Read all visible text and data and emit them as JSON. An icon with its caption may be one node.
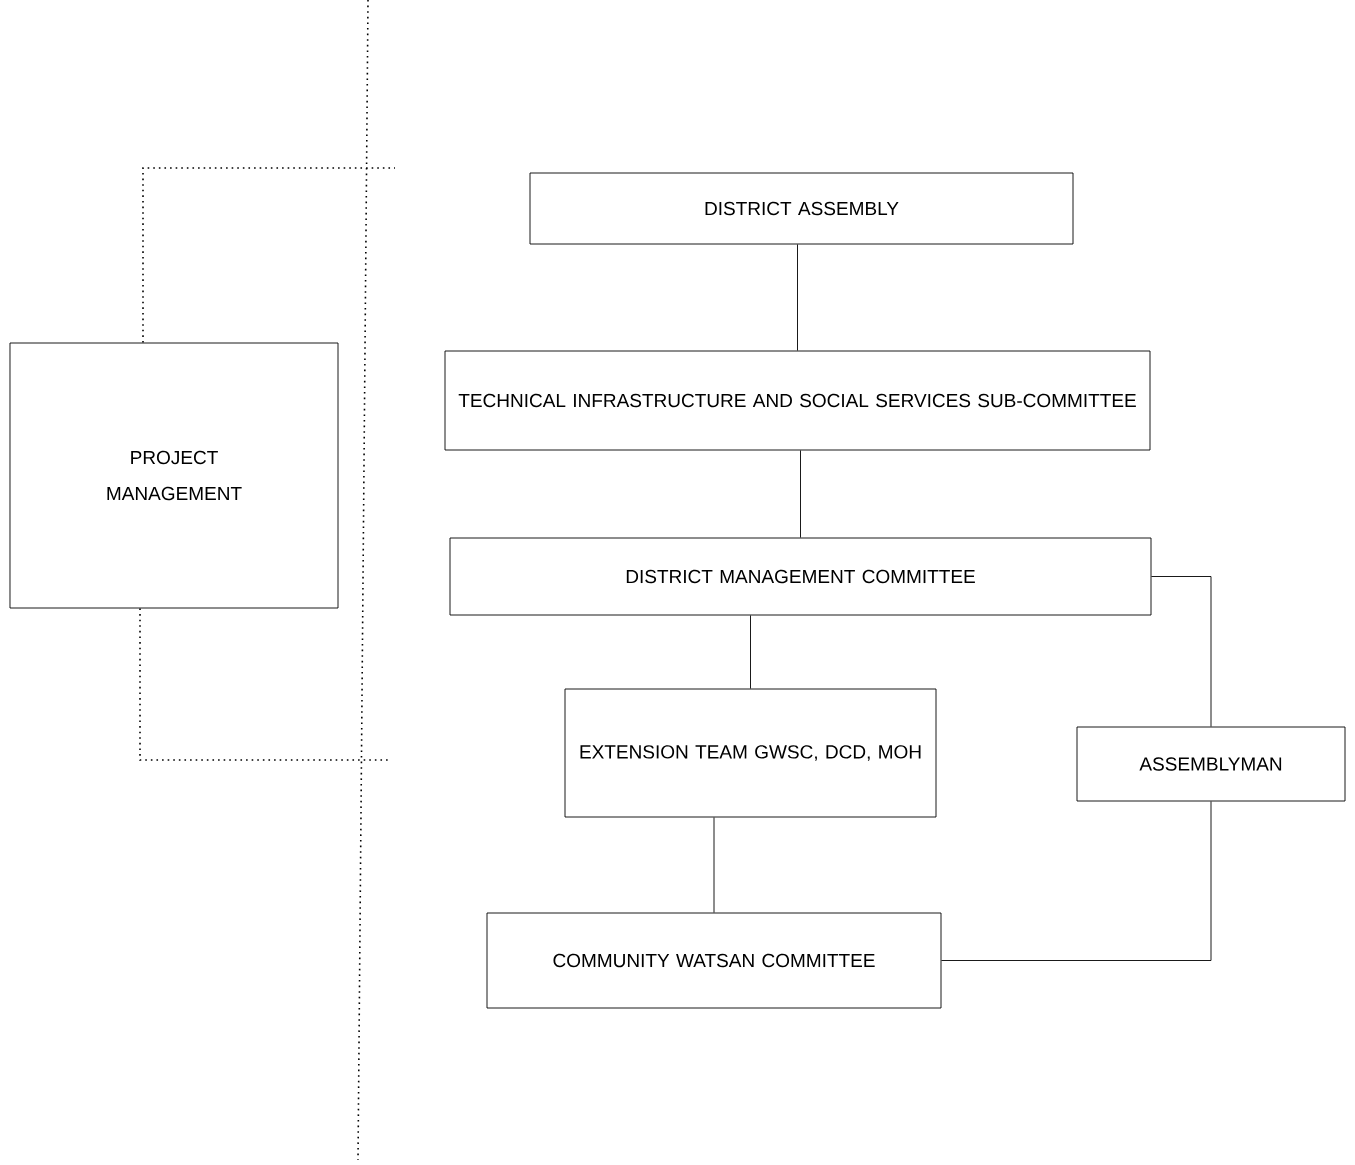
{
  "diagram": {
    "nodes": [
      {
        "text": [
          "PROJECT MANAGEMENT"
        ]
      },
      {
        "text": [
          "DISTRICT ASSEMBLY"
        ]
      },
      {
        "text": [
          "TECHNICAL INFRASTRUCTURE AND SOCIAL SERVICES SUB-COMMITTEE"
        ]
      },
      {
        "text": [
          "DISTRICT MANAGEMENT COMMITTEE"
        ]
      },
      {
        "text": [
          "EXTENSION TEAM GWSC, DCD, MOH"
        ]
      },
      {
        "text": [
          "ASSEMBLYMAN"
        ]
      },
      {
        "text": [
          "COMMUNITY WATSAN COMMITTEE"
        ]
      }
    ],
    "edges": [
      {
        "from": 0,
        "to": null,
        "arrow": "none",
        "style": "dashed"
      },
      {
        "from": 0,
        "to": null,
        "arrow": "none",
        "style": "dashed"
      },
      {
        "from": 1,
        "to": 2,
        "arrow": "none"
      },
      {
        "from": 2,
        "to": 3,
        "arrow": "none"
      },
      {
        "from": 3,
        "to": 4,
        "arrow": "none"
      },
      {
        "from": 3,
        "to": 5,
        "arrow": "none"
      },
      {
        "from": 4,
        "to": 6,
        "arrow": "none"
      },
      {
        "from": 5,
        "to": 6,
        "arrow": "none"
      }
    ]
  }
}
